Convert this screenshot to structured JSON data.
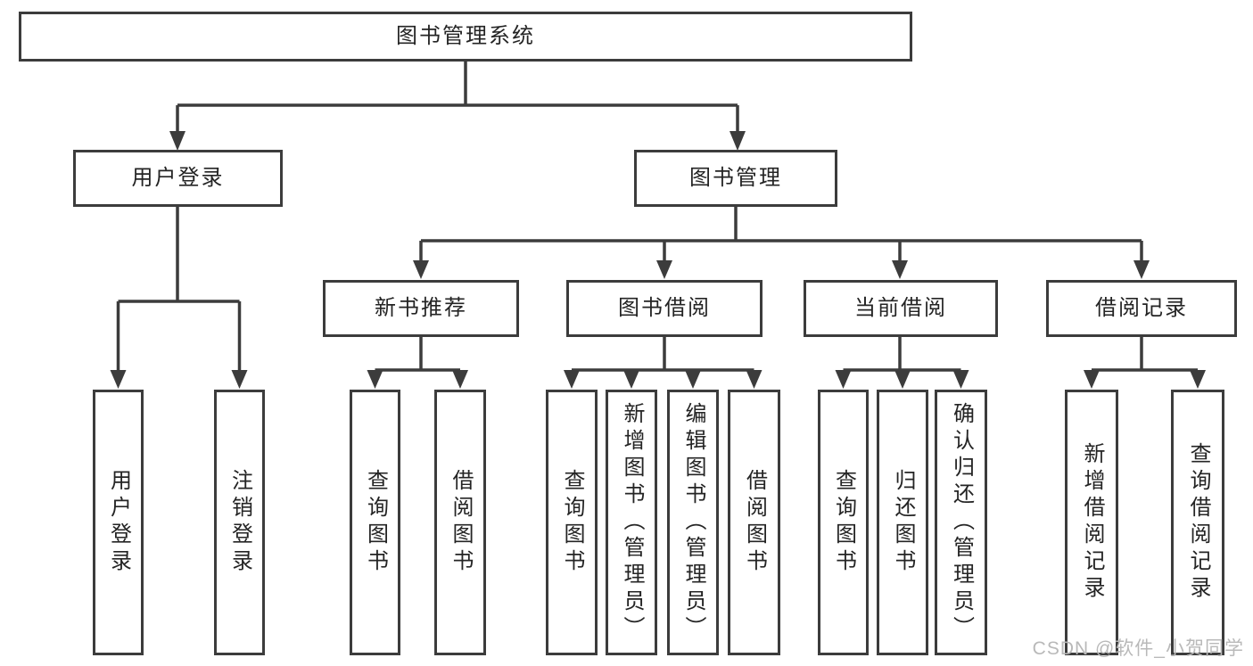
{
  "diagram": {
    "root": {
      "label": "图书管理系统",
      "children": [
        {
          "label": "用户登录",
          "children": [
            {
              "label": "用户登录"
            },
            {
              "label": "注销登录"
            }
          ]
        },
        {
          "label": "图书管理",
          "children": [
            {
              "label": "新书推荐",
              "children": [
                {
                  "label": "查询图书"
                },
                {
                  "label": "借阅图书"
                }
              ]
            },
            {
              "label": "图书借阅",
              "children": [
                {
                  "label": "查询图书"
                },
                {
                  "label": "新增图书（管理员）"
                },
                {
                  "label": "编辑图书（管理员）"
                },
                {
                  "label": "借阅图书"
                }
              ]
            },
            {
              "label": "当前借阅",
              "children": [
                {
                  "label": "查询图书"
                },
                {
                  "label": "归还图书"
                },
                {
                  "label": "确认归还（管理员）"
                }
              ]
            },
            {
              "label": "借阅记录",
              "children": [
                {
                  "label": "新增借阅记录"
                },
                {
                  "label": "查询借阅记录"
                }
              ]
            }
          ]
        }
      ]
    }
  },
  "watermark": "CSDN @软件_小贺同学",
  "colors": {
    "line": "#3c3c3c",
    "text": "#242424",
    "background": "#ffffff",
    "watermark": "#b9b9b9"
  }
}
